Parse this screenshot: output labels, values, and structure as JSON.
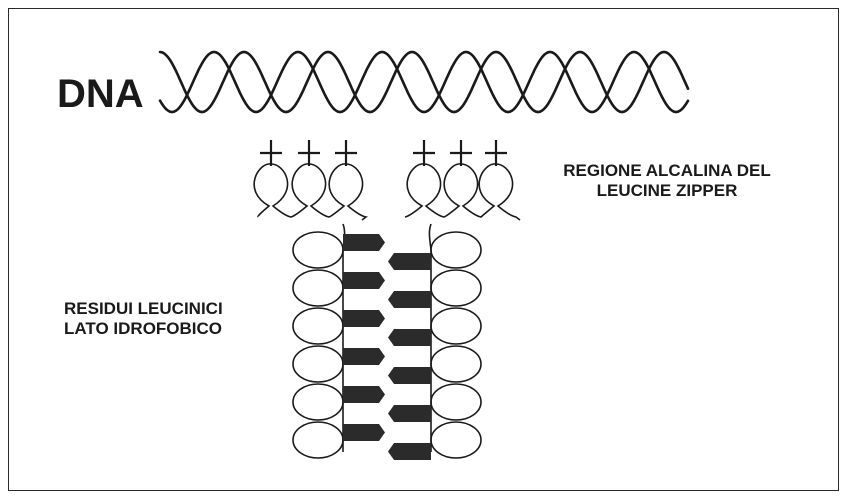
{
  "diagram": {
    "dna_label": "DNA",
    "charge_sign": "+",
    "basic_region_label": "REGIONE ALCALINA DEL\nLEUCINE ZIPPER",
    "leucine_label": "RESIDUI LEUCINICI\nLATO IDROFOBICO",
    "charge_count_left": 3,
    "charge_count_right": 3,
    "leucine_pairs": 6,
    "colors": {
      "ink": "#1a1a1a",
      "bar": "#2b2b2b",
      "background": "#ffffff"
    }
  }
}
